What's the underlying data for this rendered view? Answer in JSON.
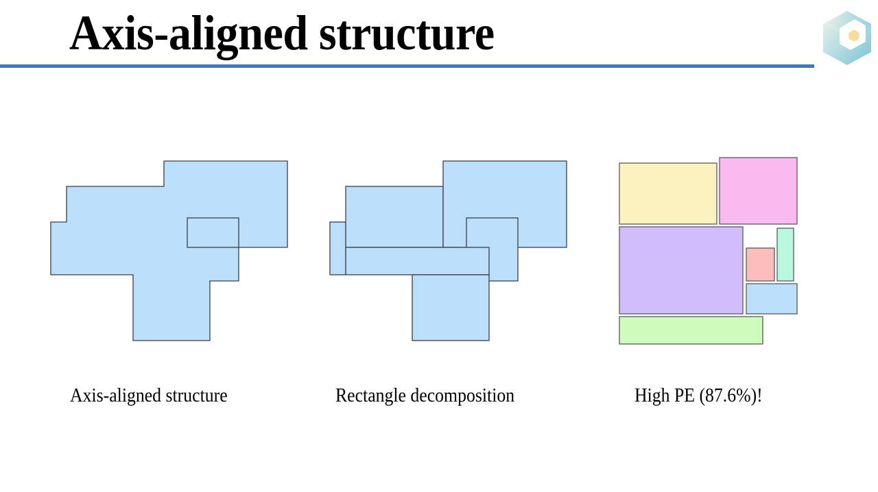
{
  "slide": {
    "title": "Axis-aligned structure",
    "accent_color": "#3a78c4",
    "logo_icon": "hexagon-cube-logo-icon"
  },
  "panels": [
    {
      "caption": "Axis-aligned structure",
      "kind": "polygon-with-hole",
      "fill": "#bbdefa",
      "stroke": "#3a3f47"
    },
    {
      "caption": "Rectangle decomposition",
      "kind": "rectangles",
      "fill": "#bbdefa",
      "stroke": "#3a3f47",
      "rectangle_count": 6
    },
    {
      "caption": "High PE (87.6%)!",
      "kind": "packing",
      "packing_efficiency_percent": 87.6,
      "colors": [
        "#fbf2bd",
        "#f9b9ef",
        "#d1bdfa",
        "#fcbdbd",
        "#baf7df",
        "#bbdefa",
        "#cefabb"
      ]
    }
  ]
}
